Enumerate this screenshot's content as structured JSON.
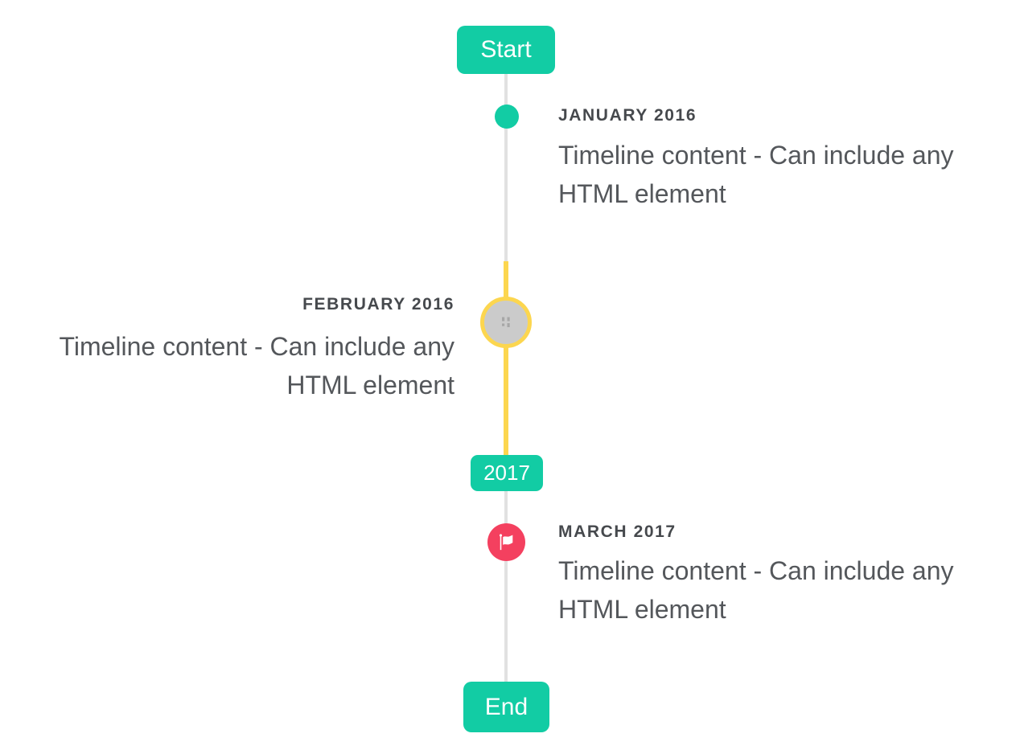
{
  "timeline": {
    "start_badge": "Start",
    "year_badge": "2017",
    "end_badge": "End",
    "entries": [
      {
        "title": "JANUARY 2016",
        "side": "right",
        "marker": "teal-dot",
        "lines": [
          "Timeline content - Can include any",
          "HTML element"
        ]
      },
      {
        "title": "FEBRUARY 2016",
        "side": "left",
        "marker": "gray-disc-yellow-ring",
        "lines": [
          "Timeline content - Can include any",
          "HTML element"
        ]
      },
      {
        "title": "MARCH 2017",
        "side": "right",
        "marker": "red-flag-dot",
        "lines": [
          "Timeline content - Can include any",
          "HTML element"
        ]
      }
    ],
    "colors": {
      "accent_teal": "#12cca4",
      "highlight_yellow": "#fcd64f",
      "flag_red": "#f4405f",
      "line_gray": "#e1e1e1",
      "disc_gray": "#cbcbcb",
      "title_text": "#46494d",
      "content_text": "#54575b",
      "badge_text": "#ffffff"
    },
    "icons": [
      "flag-icon",
      "broken-image-icon"
    ]
  }
}
